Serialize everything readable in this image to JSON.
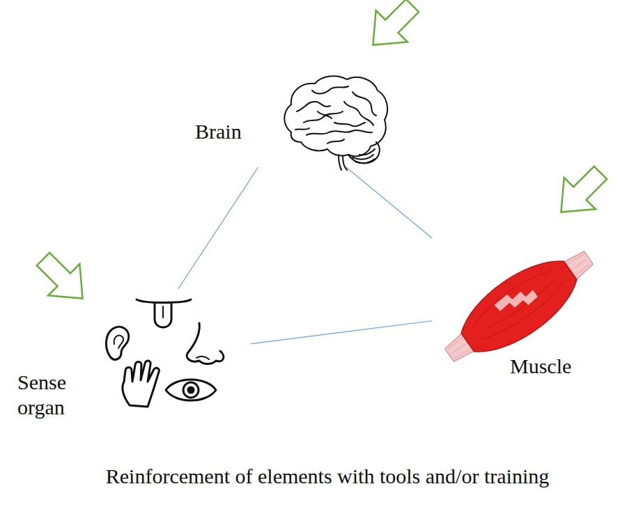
{
  "diagram": {
    "caption": "Reinforcement of elements with tools and/or training",
    "nodes": [
      {
        "text": [
          "Brain"
        ]
      },
      {
        "text": [
          "Sense organ"
        ]
      },
      {
        "text": [
          "Muscle"
        ]
      }
    ],
    "edges": [
      {
        "from": 0,
        "to": 1,
        "arrow": "none"
      },
      {
        "from": 0,
        "to": 2,
        "arrow": "none"
      },
      {
        "from": 1,
        "to": 2,
        "arrow": "none"
      }
    ]
  }
}
